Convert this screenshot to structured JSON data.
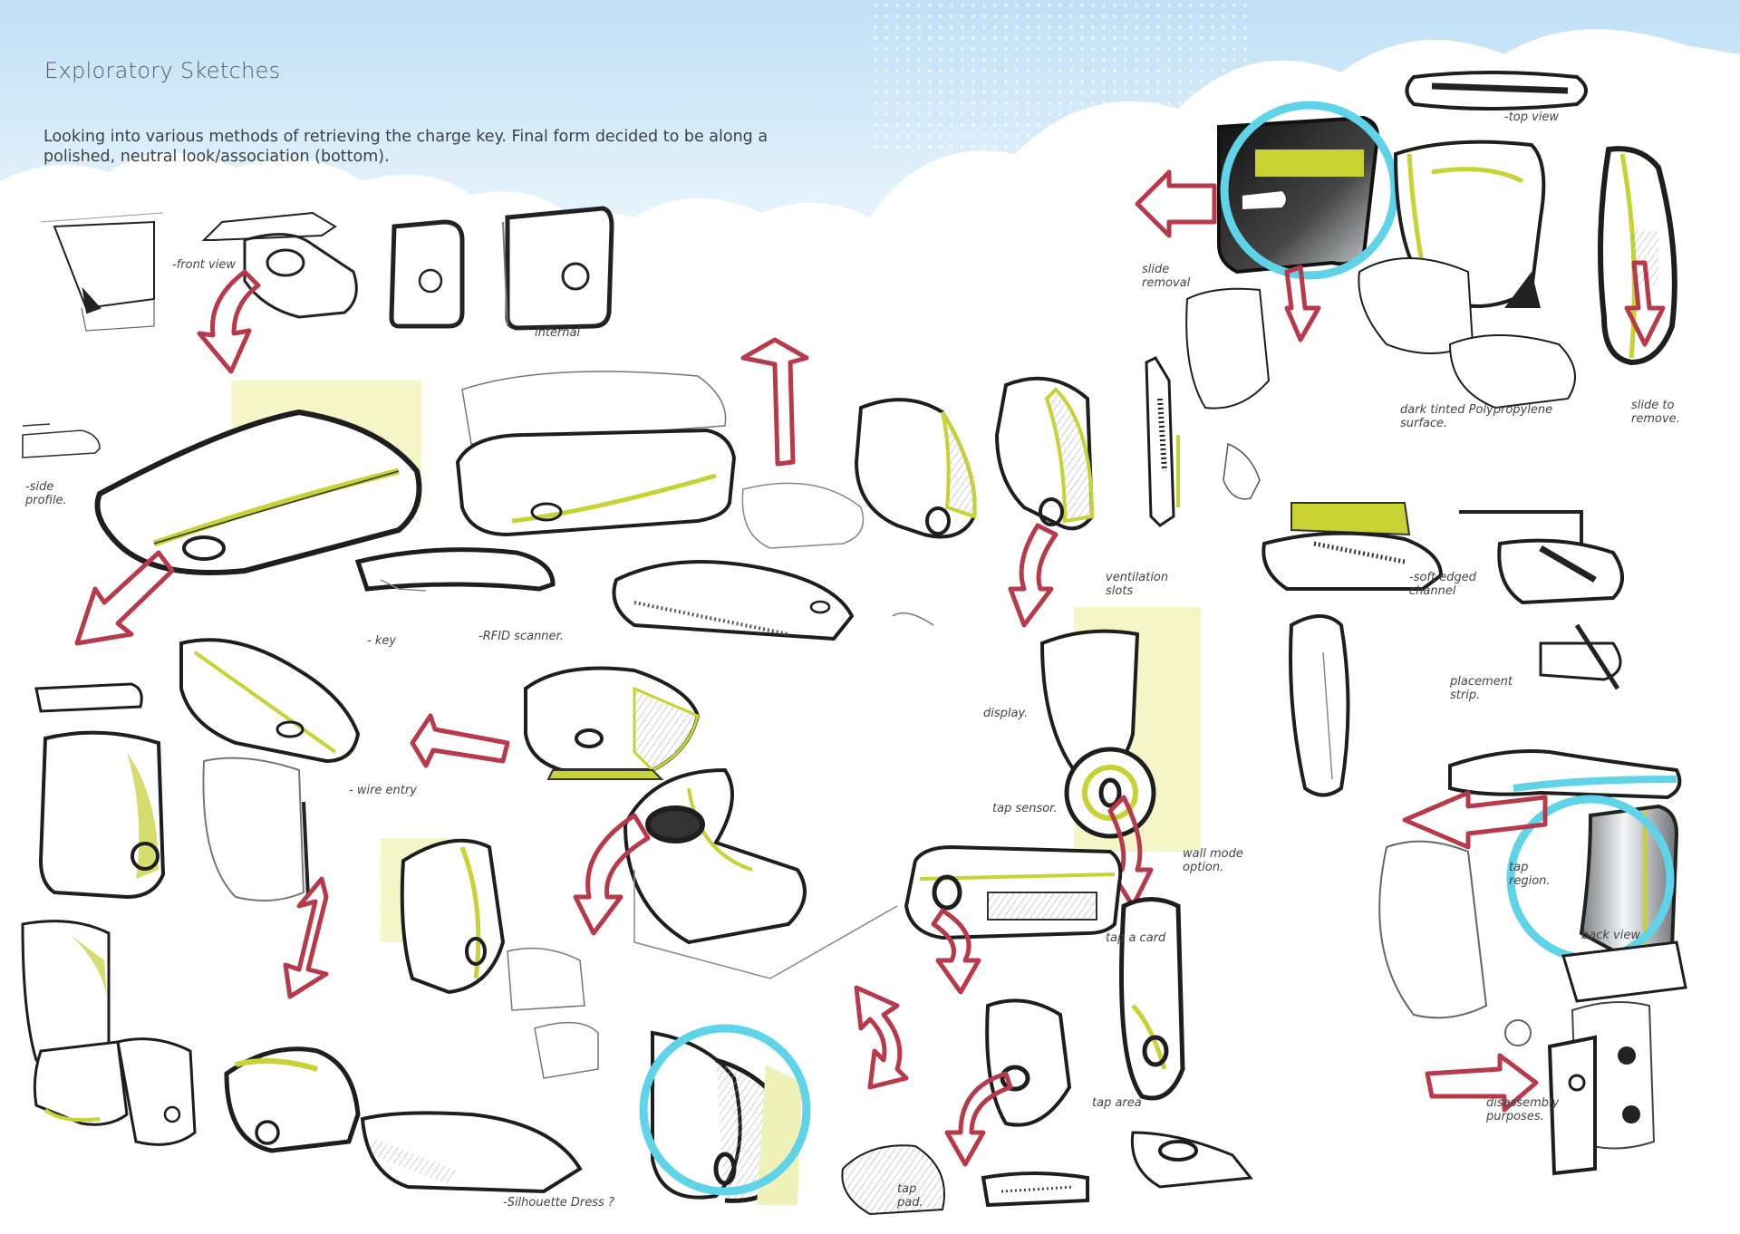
{
  "page": {
    "title": "Exploratory Sketches",
    "description_line1": "Looking into various methods of retrieving the charge key. Final form decided to be along a",
    "description_line2": "polished, neutral look/association (bottom)."
  },
  "annotations": [
    {
      "id": "ann-front-view",
      "text": "-front view"
    },
    {
      "id": "ann-internal",
      "text": "internal"
    },
    {
      "id": "ann-side-profile",
      "text": "-side profile."
    },
    {
      "id": "ann-key",
      "text": "- key"
    },
    {
      "id": "ann-rfid",
      "text": "-RFID scanner."
    },
    {
      "id": "ann-wire-entry",
      "text": "- wire entry"
    },
    {
      "id": "ann-display",
      "text": "display."
    },
    {
      "id": "ann-tap-sensor",
      "text": "tap sensor."
    },
    {
      "id": "ann-wall-mode",
      "text": "wall mode option."
    },
    {
      "id": "ann-tap-a-card",
      "text": "tap a card"
    },
    {
      "id": "ann-tap-area",
      "text": "tap area"
    },
    {
      "id": "ann-tap-pad",
      "text": "tap pad."
    },
    {
      "id": "ann-silhouette",
      "text": "-Silhouette Dress ?"
    },
    {
      "id": "ann-ventilation",
      "text": "ventilation slots"
    },
    {
      "id": "ann-side-removal",
      "text": "slide removal"
    },
    {
      "id": "ann-top-view",
      "text": "-top view"
    },
    {
      "id": "ann-dark-tinted",
      "text": "dark tinted Polypropylene surface."
    },
    {
      "id": "ann-slide-remove",
      "text": "slide to remove."
    },
    {
      "id": "ann-soft-edged",
      "text": "-soft edged channel"
    },
    {
      "id": "ann-placement",
      "text": "placement strip."
    },
    {
      "id": "ann-tap-region",
      "text": "tap region."
    },
    {
      "id": "ann-back-view",
      "text": "back view"
    },
    {
      "id": "ann-disassembly",
      "text": "disassembly purposes."
    }
  ],
  "colors": {
    "highlight_ring": "#5fd3e8",
    "arrow_red": "#b83a4a",
    "accent_green": "#c8d232",
    "ink": "#1e1e1e",
    "sky": "#cfe8f8"
  }
}
